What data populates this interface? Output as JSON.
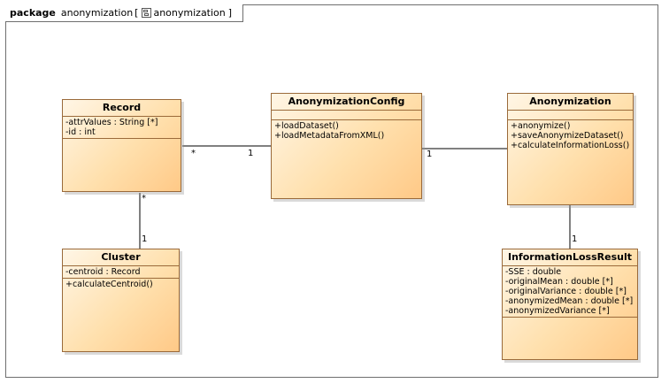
{
  "frame": {
    "keyword": "package",
    "name": "anonymization",
    "bracket_open": "[",
    "diagram_name": "anonymization",
    "bracket_close": "]",
    "diagram_icon": "class-diagram-icon"
  },
  "classes": {
    "record": {
      "name": "Record",
      "attributes": [
        "-attrValues : String [*]",
        "-id : int"
      ],
      "operations": []
    },
    "config": {
      "name": "AnonymizationConfig",
      "attributes": [],
      "operations": [
        "+loadDataset()",
        "+loadMetadataFromXML()"
      ]
    },
    "anonymization": {
      "name": "Anonymization",
      "attributes": [],
      "operations": [
        "+anonymize()",
        "+saveAnonymizeDataset()",
        "+calculateInformationLoss()"
      ]
    },
    "cluster": {
      "name": "Cluster",
      "attributes": [
        "-centroid : Record"
      ],
      "operations": [
        "+calculateCentroid()"
      ]
    },
    "info_loss": {
      "name": "InformationLossResult",
      "attributes": [
        "-SSE : double",
        "-originalMean : double [*]",
        "-originalVariance : double [*]",
        "-anonymizedMean : double [*]",
        "-anonymizedVariance [*]"
      ],
      "operations": []
    }
  },
  "associations": {
    "record_config": {
      "source_mult": "*",
      "target_mult": "1"
    },
    "config_anonymization": {
      "source_mult": "1"
    },
    "record_cluster": {
      "source_mult": "*",
      "target_mult": "1"
    },
    "anonymization_info_loss": {
      "target_mult": "1"
    }
  },
  "colors": {
    "class_border": "#9a6a3a",
    "class_fill": "#ffe0ad",
    "line": "#000000",
    "frame": "#6f6f6f"
  }
}
